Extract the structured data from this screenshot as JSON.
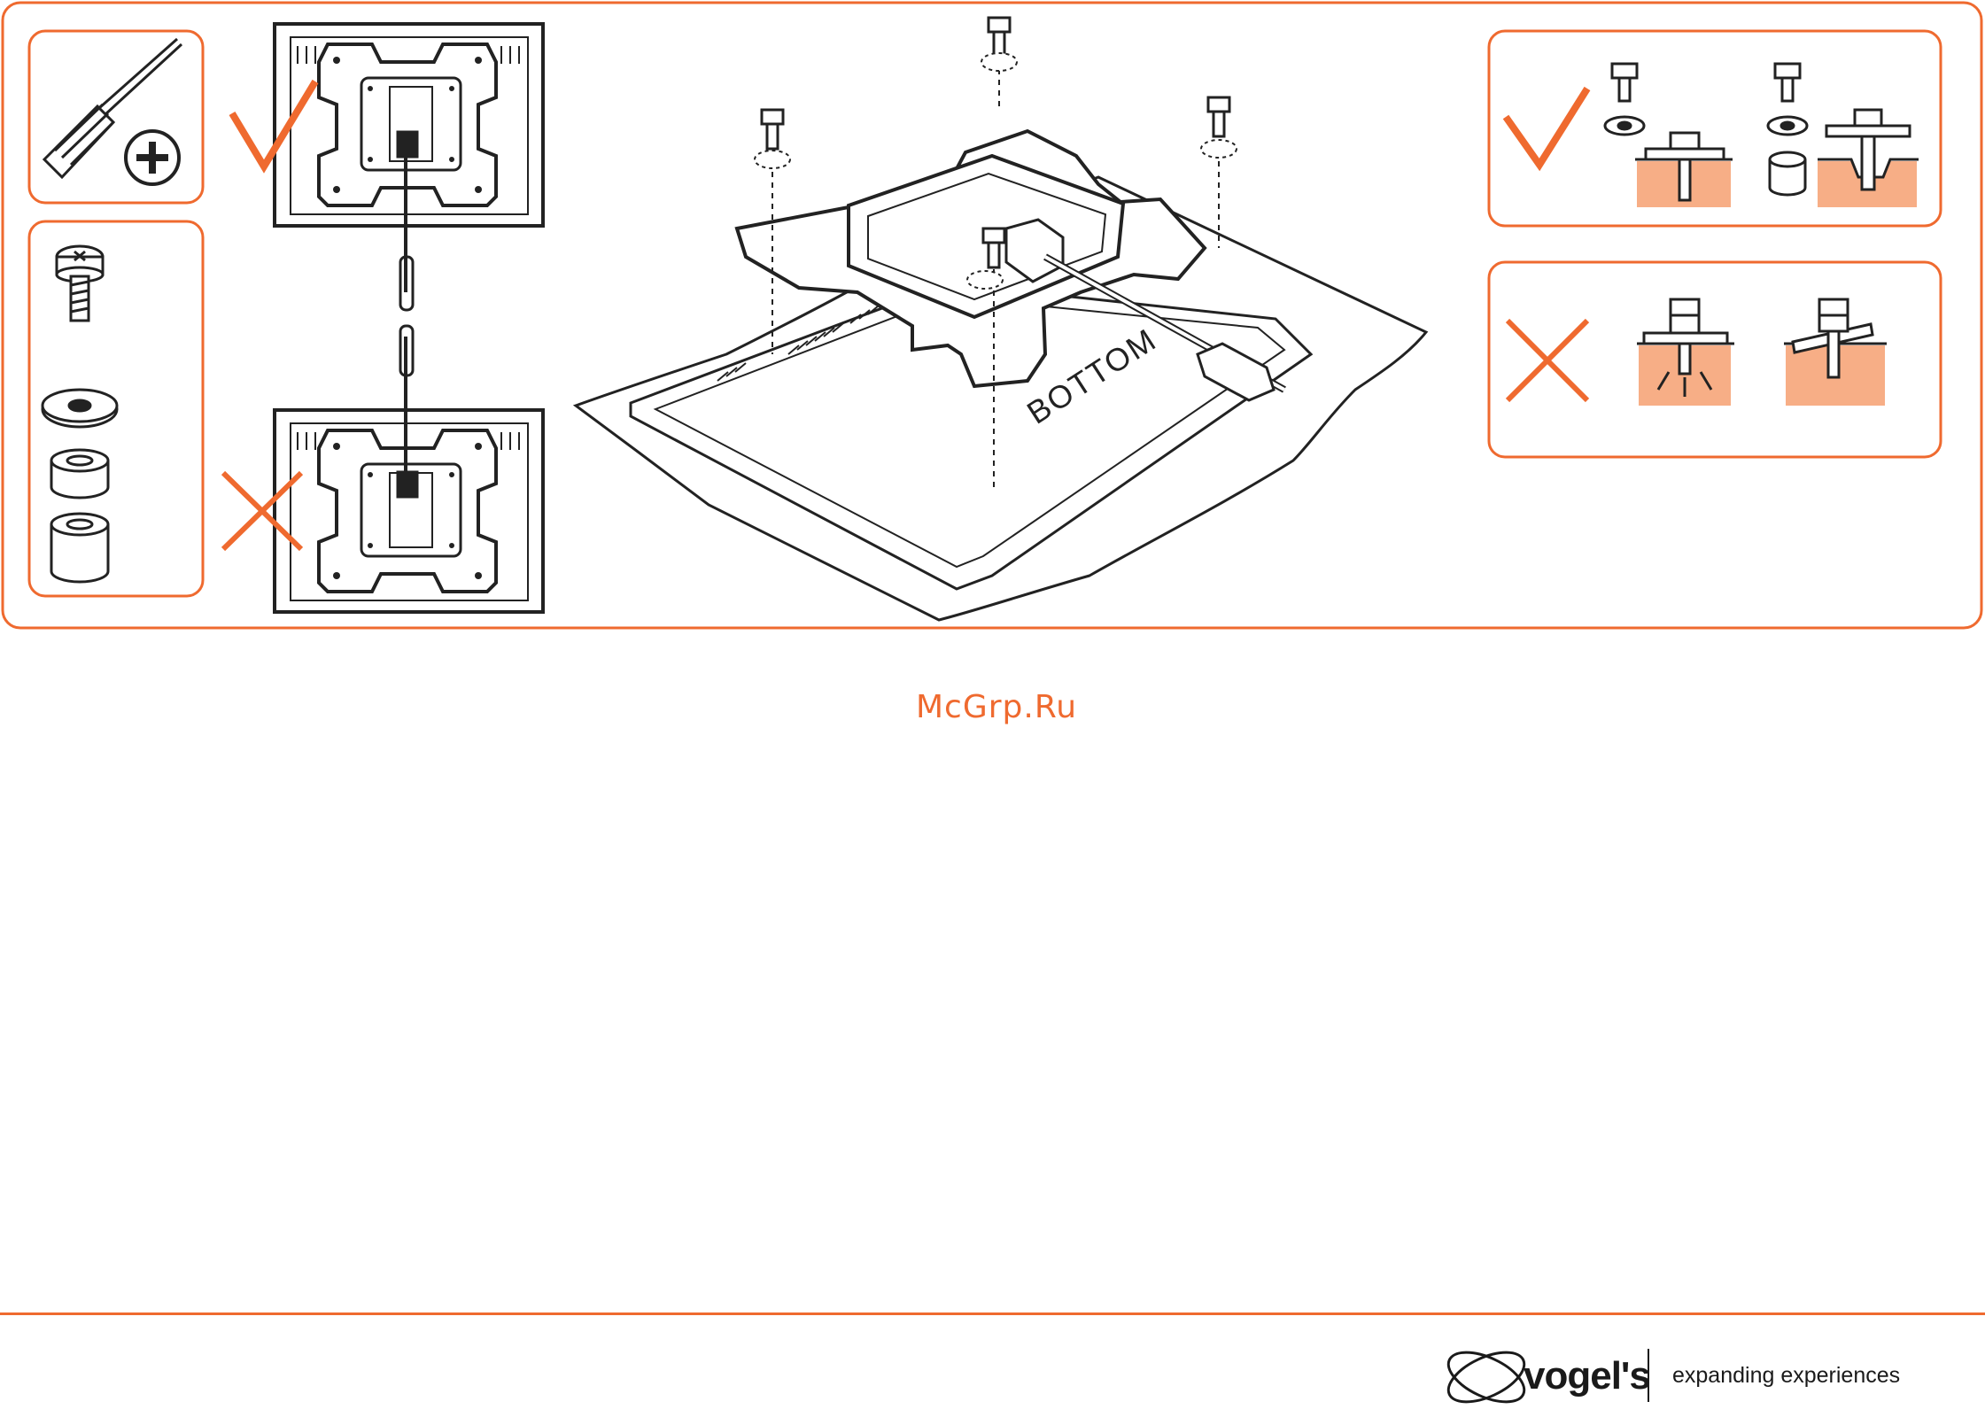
{
  "page": {
    "watermark": "McGrp.Ru",
    "accent_color": "#ef6a2f",
    "highlight_fill": "#f7ae86"
  },
  "diagram": {
    "panel_label": "BOTTOM",
    "icons": [
      "screwdriver-icon",
      "phillips-plus-icon",
      "screw-icon",
      "washer-icon",
      "spacer-icon",
      "check-mark-icon",
      "cross-mark-icon"
    ]
  },
  "footer": {
    "brand": "vogel's",
    "tagline": "expanding experiences"
  }
}
